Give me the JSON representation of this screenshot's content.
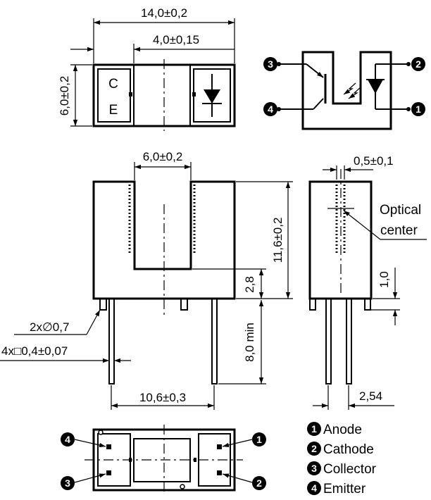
{
  "dimensions": {
    "overall_width": "14,0±0,2",
    "half_width": "4,0±0,15",
    "top_height": "6,0±0,2",
    "slot_width": "6,0±0,2",
    "body_height": "11,6±0,2",
    "slot_bottom": "2,8",
    "lead_length": "8,0 min",
    "peg_dia": "2x∅0,7",
    "lead_section": "4x□0,4±0,07",
    "lead_pitch": "10,6±0,3",
    "aperture": "0,5±0,1",
    "side_offset": "1,0",
    "side_pitch": "2,54"
  },
  "top_labels": {
    "c": "C",
    "e": "E"
  },
  "optical_center": {
    "line1": "Optical",
    "line2": "center"
  },
  "pins": [
    {
      "num": "1",
      "name": "Anode"
    },
    {
      "num": "2",
      "name": "Cathode"
    },
    {
      "num": "3",
      "name": "Collector"
    },
    {
      "num": "4",
      "name": "Emitter"
    }
  ]
}
